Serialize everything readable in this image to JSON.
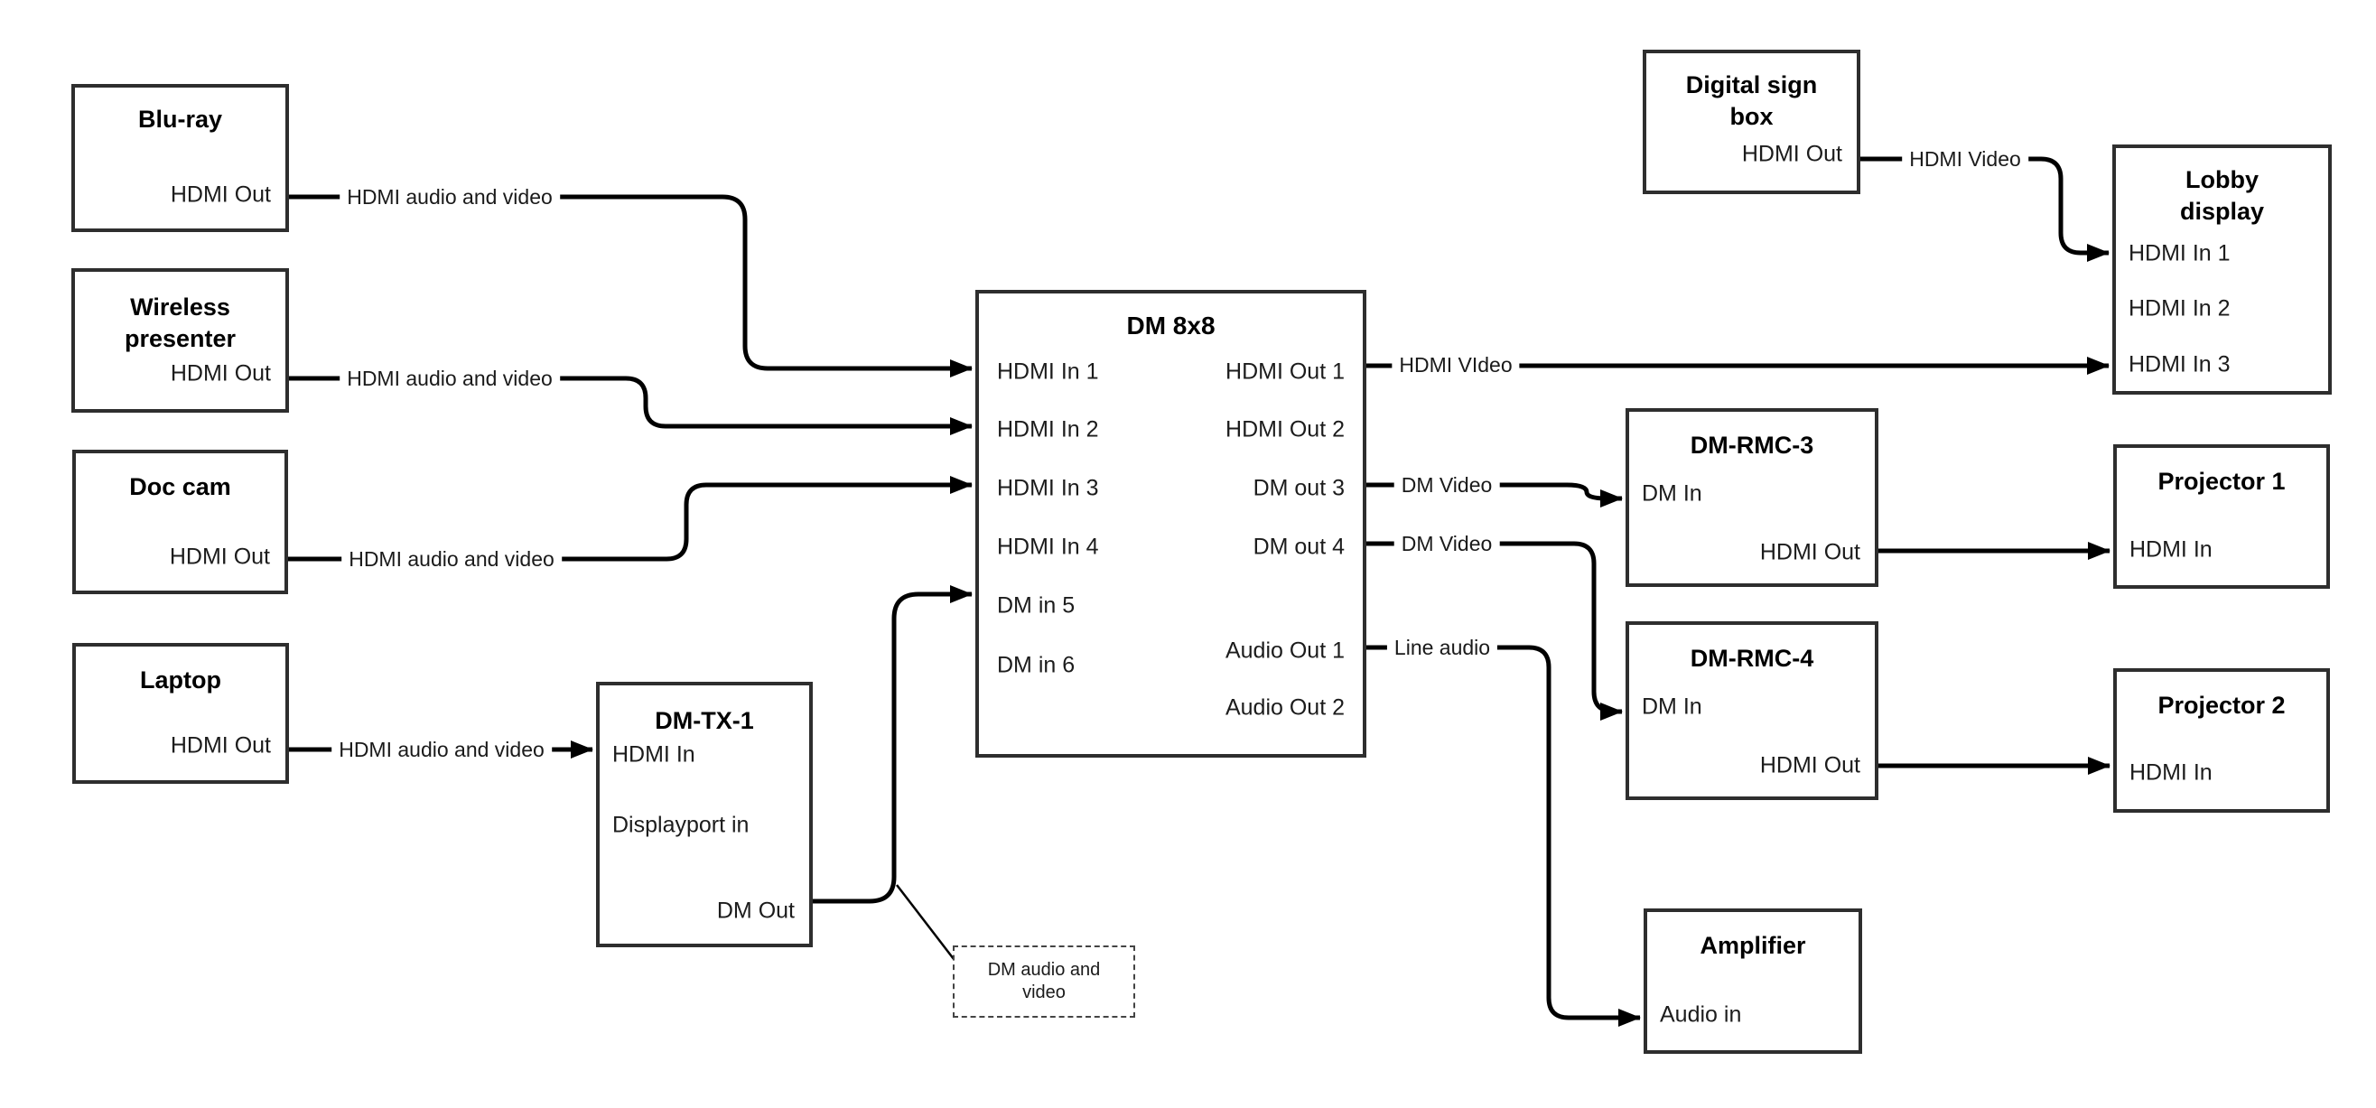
{
  "nodes": {
    "bluray": {
      "title": "Blu-ray",
      "port_hdmi_out": "HDMI Out"
    },
    "wireless": {
      "title": "Wireless presenter",
      "port_hdmi_out": "HDMI Out"
    },
    "doccam": {
      "title": "Doc cam",
      "port_hdmi_out": "HDMI Out"
    },
    "laptop": {
      "title": "Laptop",
      "port_hdmi_out": "HDMI Out"
    },
    "dmtx1": {
      "title": "DM-TX-1",
      "port_hdmi_in": "HDMI In",
      "port_displayport_in": "Displayport in",
      "port_dm_out": "DM Out"
    },
    "dm8x8": {
      "title": "DM 8x8",
      "inputs": [
        "HDMI In 1",
        "HDMI In 2",
        "HDMI In 3",
        "HDMI In 4",
        "DM in 5",
        "DM in 6"
      ],
      "outputs": [
        "HDMI Out 1",
        "HDMI Out 2",
        "DM out 3",
        "DM out 4",
        "Audio Out 1",
        "Audio Out 2"
      ]
    },
    "digitalsign": {
      "title": "Digital sign box",
      "port_hdmi_out": "HDMI Out"
    },
    "lobby": {
      "title": "Lobby display",
      "inputs": [
        "HDMI In 1",
        "HDMI In 2",
        "HDMI In 3"
      ]
    },
    "dmrmc3": {
      "title": "DM-RMC-3",
      "port_dm_in": "DM In",
      "port_hdmi_out": "HDMI Out"
    },
    "dmrmc4": {
      "title": "DM-RMC-4",
      "port_dm_in": "DM In",
      "port_hdmi_out": "HDMI Out"
    },
    "proj1": {
      "title": "Projector 1",
      "port_hdmi_in": "HDMI In"
    },
    "proj2": {
      "title": "Projector 2",
      "port_hdmi_in": "HDMI In"
    },
    "amplifier": {
      "title": "Amplifier",
      "port_audio_in": "Audio in"
    }
  },
  "cable_labels": {
    "bluray_cable": "HDMI audio and video",
    "wireless_cable": "HDMI audio and video",
    "doccam_cable": "HDMI audio and video",
    "laptop_cable": "HDMI audio and video",
    "hdmi_out1_cable": "HDMI VIdeo",
    "dm_out3_cable": "DM Video",
    "dm_out4_cable": "DM Video",
    "audio_out1_cable": "Line audio",
    "digitalsign_cable": "HDMI Video"
  },
  "callout": {
    "text": "DM audio and video"
  },
  "colors": {
    "box_border": "#2e2e2e",
    "cable": "#000000",
    "background": "#ffffff"
  }
}
